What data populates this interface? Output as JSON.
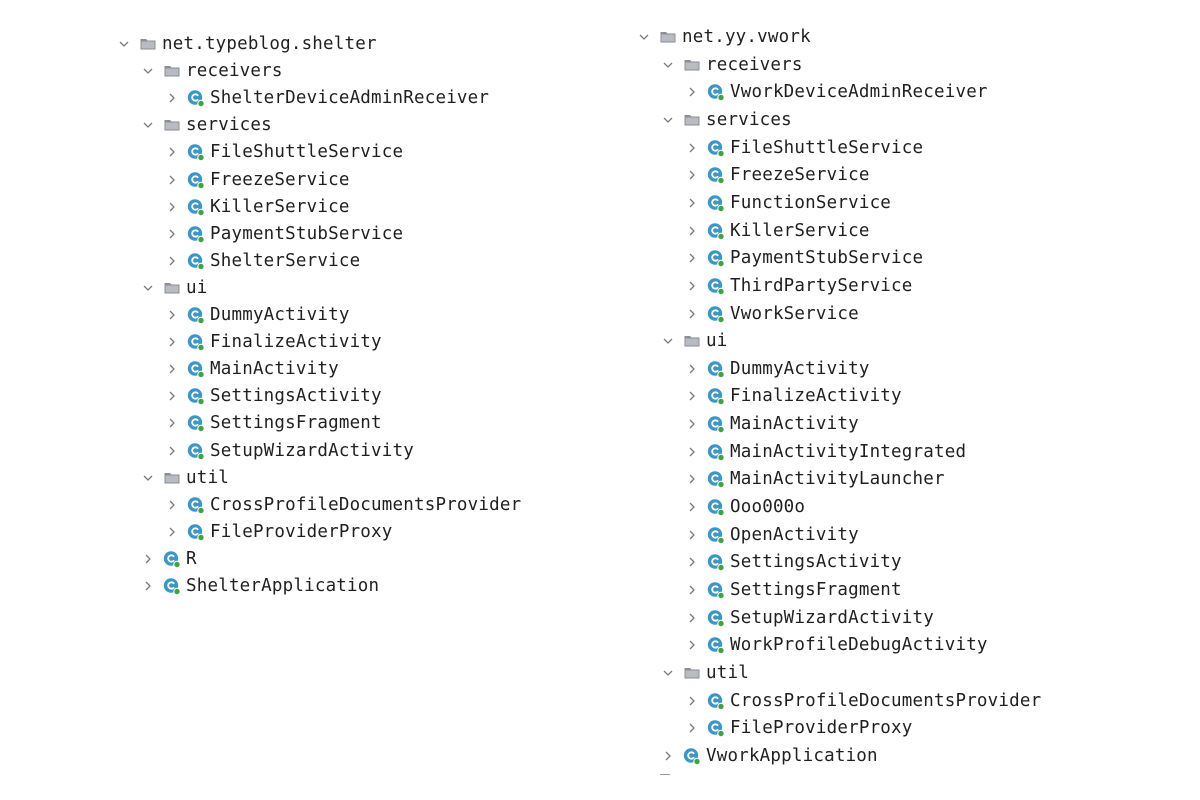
{
  "left_tree": {
    "root": "net.typeblog.shelter",
    "rows": [
      {
        "label": "net.typeblog.shelter",
        "kind": "package",
        "expanded": true,
        "depth": 0
      },
      {
        "label": "receivers",
        "kind": "package",
        "expanded": true,
        "depth": 1
      },
      {
        "label": "ShelterDeviceAdminReceiver",
        "kind": "class",
        "expanded": false,
        "depth": 2
      },
      {
        "label": "services",
        "kind": "package",
        "expanded": true,
        "depth": 1
      },
      {
        "label": "FileShuttleService",
        "kind": "class",
        "expanded": false,
        "depth": 2
      },
      {
        "label": "FreezeService",
        "kind": "class",
        "expanded": false,
        "depth": 2
      },
      {
        "label": "KillerService",
        "kind": "class",
        "expanded": false,
        "depth": 2
      },
      {
        "label": "PaymentStubService",
        "kind": "class",
        "expanded": false,
        "depth": 2
      },
      {
        "label": "ShelterService",
        "kind": "class",
        "expanded": false,
        "depth": 2
      },
      {
        "label": "ui",
        "kind": "package",
        "expanded": true,
        "depth": 1
      },
      {
        "label": "DummyActivity",
        "kind": "class",
        "expanded": false,
        "depth": 2
      },
      {
        "label": "FinalizeActivity",
        "kind": "class",
        "expanded": false,
        "depth": 2
      },
      {
        "label": "MainActivity",
        "kind": "class",
        "expanded": false,
        "depth": 2
      },
      {
        "label": "SettingsActivity",
        "kind": "class",
        "expanded": false,
        "depth": 2
      },
      {
        "label": "SettingsFragment",
        "kind": "class",
        "expanded": false,
        "depth": 2
      },
      {
        "label": "SetupWizardActivity",
        "kind": "class",
        "expanded": false,
        "depth": 2
      },
      {
        "label": "util",
        "kind": "package",
        "expanded": true,
        "depth": 1
      },
      {
        "label": "CrossProfileDocumentsProvider",
        "kind": "class",
        "expanded": false,
        "depth": 2
      },
      {
        "label": "FileProviderProxy",
        "kind": "class",
        "expanded": false,
        "depth": 2
      },
      {
        "label": "R",
        "kind": "class",
        "expanded": false,
        "depth": 1
      },
      {
        "label": "ShelterApplication",
        "kind": "class",
        "expanded": false,
        "depth": 1
      }
    ]
  },
  "right_tree": {
    "root": "net.yy.vwork",
    "rows": [
      {
        "label": "net.yy.vwork",
        "kind": "package",
        "expanded": true,
        "depth": 0
      },
      {
        "label": "receivers",
        "kind": "package",
        "expanded": true,
        "depth": 1
      },
      {
        "label": "VworkDeviceAdminReceiver",
        "kind": "class",
        "expanded": false,
        "depth": 2
      },
      {
        "label": "services",
        "kind": "package",
        "expanded": true,
        "depth": 1
      },
      {
        "label": "FileShuttleService",
        "kind": "class",
        "expanded": false,
        "depth": 2
      },
      {
        "label": "FreezeService",
        "kind": "class",
        "expanded": false,
        "depth": 2
      },
      {
        "label": "FunctionService",
        "kind": "class",
        "expanded": false,
        "depth": 2
      },
      {
        "label": "KillerService",
        "kind": "class",
        "expanded": false,
        "depth": 2
      },
      {
        "label": "PaymentStubService",
        "kind": "class",
        "expanded": false,
        "depth": 2
      },
      {
        "label": "ThirdPartyService",
        "kind": "class",
        "expanded": false,
        "depth": 2
      },
      {
        "label": "VworkService",
        "kind": "class",
        "expanded": false,
        "depth": 2
      },
      {
        "label": "ui",
        "kind": "package",
        "expanded": true,
        "depth": 1
      },
      {
        "label": "DummyActivity",
        "kind": "class",
        "expanded": false,
        "depth": 2
      },
      {
        "label": "FinalizeActivity",
        "kind": "class",
        "expanded": false,
        "depth": 2
      },
      {
        "label": "MainActivity",
        "kind": "class",
        "expanded": false,
        "depth": 2
      },
      {
        "label": "MainActivityIntegrated",
        "kind": "class",
        "expanded": false,
        "depth": 2
      },
      {
        "label": "MainActivityLauncher",
        "kind": "class",
        "expanded": false,
        "depth": 2
      },
      {
        "label": "Ooo000o",
        "kind": "class",
        "expanded": false,
        "depth": 2
      },
      {
        "label": "OpenActivity",
        "kind": "class",
        "expanded": false,
        "depth": 2
      },
      {
        "label": "SettingsActivity",
        "kind": "class",
        "expanded": false,
        "depth": 2
      },
      {
        "label": "SettingsFragment",
        "kind": "class",
        "expanded": false,
        "depth": 2
      },
      {
        "label": "SetupWizardActivity",
        "kind": "class",
        "expanded": false,
        "depth": 2
      },
      {
        "label": "WorkProfileDebugActivity",
        "kind": "class",
        "expanded": false,
        "depth": 2
      },
      {
        "label": "util",
        "kind": "package",
        "expanded": true,
        "depth": 1
      },
      {
        "label": "CrossProfileDocumentsProvider",
        "kind": "class",
        "expanded": false,
        "depth": 2
      },
      {
        "label": "FileProviderProxy",
        "kind": "class",
        "expanded": false,
        "depth": 2
      },
      {
        "label": "VworkApplication",
        "kind": "class",
        "expanded": false,
        "depth": 1
      }
    ]
  },
  "icons": {
    "package": "folder-icon",
    "class": "class-icon",
    "expanded": "chevron-down-icon",
    "collapsed": "chevron-right-icon"
  },
  "colors": {
    "class_circle": "#3d97c6",
    "class_dot": "#43a047",
    "folder": "#8a8f96",
    "chevron": "#7a7a7a",
    "text": "#1f1f1f"
  }
}
